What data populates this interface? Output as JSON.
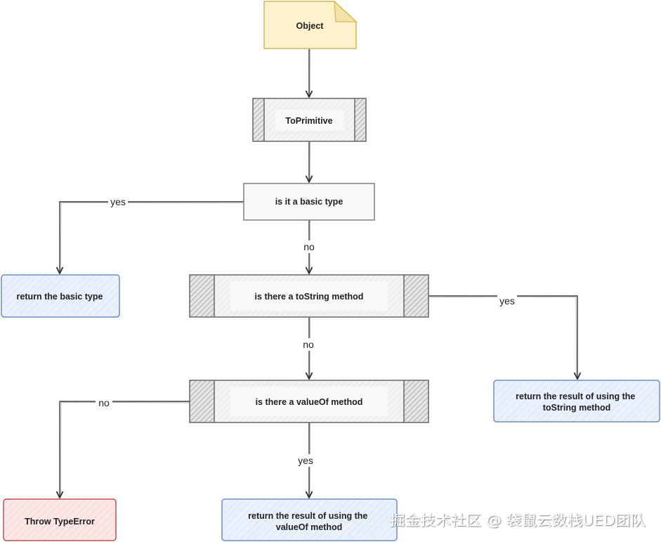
{
  "diagram": {
    "nodes": {
      "object": {
        "label": "Object"
      },
      "to_primitive": {
        "label": "ToPrimitive"
      },
      "is_basic_type": {
        "label": "is it a basic type"
      },
      "return_basic_type": {
        "label": "return the basic type"
      },
      "has_tostring": {
        "label": "is there a toString method"
      },
      "return_tostring_result": {
        "lines": [
          "return the result of using the",
          "toString method"
        ]
      },
      "has_valueof": {
        "label": "is there a valueOf method"
      },
      "throw_type_error": {
        "label": "Throw TypeError"
      },
      "return_valueof_result": {
        "lines": [
          "return the result of using the",
          "valueOf method"
        ]
      }
    },
    "edges": {
      "basic_yes": "yes",
      "basic_no": "no",
      "tostring_yes": "yes",
      "tostring_no": "no",
      "valueof_no": "no",
      "valueof_yes": "yes"
    }
  },
  "watermark": "掘金技术社区 @ 袋鼠云数栈UED团队",
  "colors": {
    "object_fill": "#fff2cc",
    "object_stroke": "#d6b656",
    "process_fill": "#f3f3f3",
    "process_stroke": "#666666",
    "result_fill": "#dae8fc",
    "result_stroke": "#6c8ebf",
    "error_fill": "#f8cecc",
    "error_stroke": "#b85450",
    "edge_color": "#3a3a3a"
  }
}
